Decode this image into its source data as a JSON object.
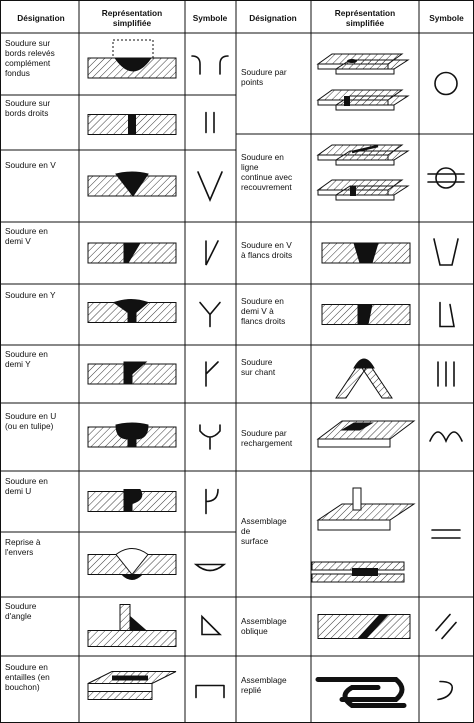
{
  "headers": {
    "designation": "Désignation",
    "representation": "Représentation\nsimplifiée",
    "symbole": "Symbole"
  },
  "left_rows": [
    {
      "designation": "Soudure sur\nbords relevés\ncomplément\nfondus",
      "symbol": "edge-flange-icon"
    },
    {
      "designation": "Soudure sur\nbords droits",
      "symbol": "square-butt-icon"
    },
    {
      "designation": "Soudure en V",
      "symbol": "v-groove-icon"
    },
    {
      "designation": "Soudure en\ndemi V",
      "symbol": "bevel-groove-icon"
    },
    {
      "designation": "Soudure en Y",
      "symbol": "y-groove-icon"
    },
    {
      "designation": "Soudure en\ndemi Y",
      "symbol": "half-y-groove-icon"
    },
    {
      "designation": "Soudure en U\n(ou en tulipe)",
      "symbol": "u-groove-icon"
    },
    {
      "designation": "Soudure en\ndemi U",
      "symbol": "j-groove-icon"
    },
    {
      "designation": "Reprise à\nl'envers",
      "symbol": "back-weld-icon"
    },
    {
      "designation": "Soudure\nd'angle",
      "symbol": "fillet-icon"
    },
    {
      "designation": "Soudure en\nentailles (en\nbouchon)",
      "symbol": "plug-icon"
    }
  ],
  "right_rows": [
    {
      "designation": "Soudure par\npoints",
      "symbol": "spot-weld-icon"
    },
    {
      "designation": "Soudure en\nligne\ncontinue avec\nrecouvrement",
      "symbol": "seam-weld-icon"
    },
    {
      "designation": "Soudure en V\nà flancs droits",
      "symbol": "steep-v-icon"
    },
    {
      "designation": "Soudure en\ndemi V à\nflancs droits",
      "symbol": "steep-bevel-icon"
    },
    {
      "designation": "Soudure\nsur chant",
      "symbol": "edge-weld-icon"
    },
    {
      "designation": "Soudure par\nrechargement",
      "symbol": "surfacing-icon"
    },
    {
      "designation": "Assemblage\nde\nsurface",
      "symbol": "surface-joint-icon"
    },
    {
      "designation": "Assemblage\noblique",
      "symbol": "inclined-joint-icon"
    },
    {
      "designation": "Assemblage\nreplié",
      "symbol": "fold-joint-icon"
    }
  ]
}
